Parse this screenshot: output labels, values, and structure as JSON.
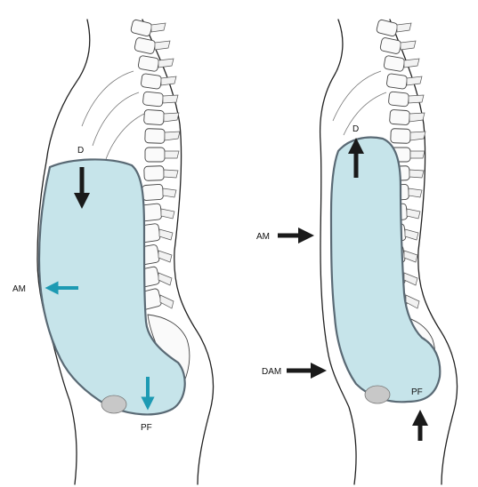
{
  "colors": {
    "cavity_fill": "#c6e4ea",
    "cavity_stroke": "#5a6a75",
    "arrow_dark": "#1a1a1a",
    "arrow_blue": "#1d9ab3",
    "pelvic_plug": "#c8c8c8"
  },
  "left_panel": {
    "labels": {
      "d": "D",
      "am": "AM",
      "pf": "PF"
    },
    "arrows": [
      {
        "name": "diaphragm-arrow",
        "direction": "down",
        "color": "dark"
      },
      {
        "name": "abdominal-muscle-arrow",
        "direction": "left",
        "color": "blue"
      },
      {
        "name": "pelvic-floor-arrow",
        "direction": "down",
        "color": "blue"
      }
    ]
  },
  "right_panel": {
    "labels": {
      "d": "D",
      "am": "AM",
      "dam": "DAM",
      "pf": "PF"
    },
    "arrows": [
      {
        "name": "diaphragm-arrow",
        "direction": "up",
        "color": "dark"
      },
      {
        "name": "abdominal-muscle-arrow",
        "direction": "right",
        "color": "dark"
      },
      {
        "name": "deep-abdominal-muscle-arrow",
        "direction": "right",
        "color": "dark"
      },
      {
        "name": "pelvic-floor-arrow",
        "direction": "up",
        "color": "dark"
      }
    ]
  }
}
